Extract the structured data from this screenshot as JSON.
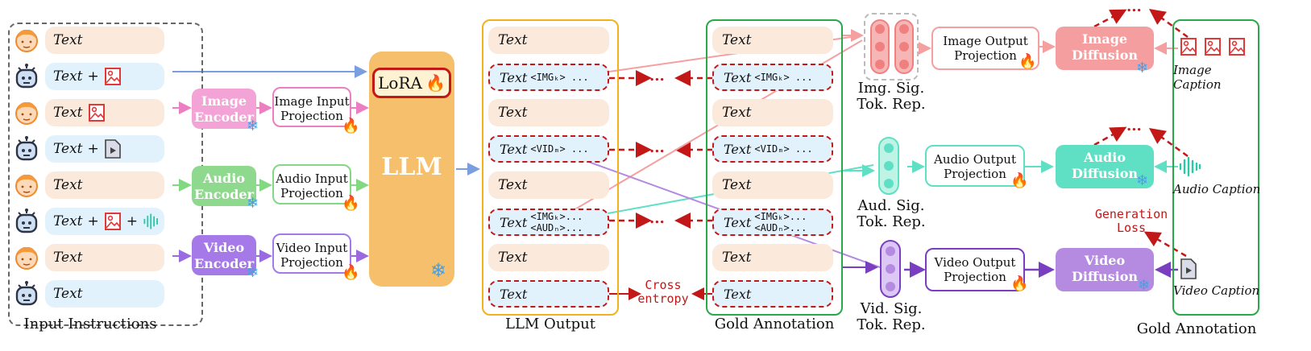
{
  "input": {
    "title": "Input Instructions",
    "rows": [
      {
        "who": "user",
        "text": "Text"
      },
      {
        "who": "bot",
        "text": "Text",
        "plus": "+",
        "media": [
          "image-icon"
        ]
      },
      {
        "who": "user",
        "text": "Text",
        "media": [
          "image-icon"
        ]
      },
      {
        "who": "bot",
        "text": "Text",
        "plus": "+",
        "media": [
          "video-file-icon"
        ]
      },
      {
        "who": "user",
        "text": "Text"
      },
      {
        "who": "bot",
        "text": "Text",
        "plus": "+",
        "media": [
          "image-icon",
          "audio-wave-icon"
        ]
      },
      {
        "who": "user",
        "text": "Text"
      },
      {
        "who": "bot",
        "text": "Text"
      }
    ]
  },
  "encoders": {
    "image": {
      "label": "Image Encoder",
      "color": "#f4a3d6"
    },
    "audio": {
      "label": "Audio Encoder",
      "color": "#8fd98f"
    },
    "video": {
      "label": "Video Encoder",
      "color": "#a57ae8"
    }
  },
  "projections": {
    "image_in": "Image Input Projection",
    "audio_in": "Audio Input Projection",
    "video_in": "Video Input Projection",
    "image_out": "Image Output Projection",
    "audio_out": "Audio Output Projection",
    "video_out": "Video Output Projection"
  },
  "llm": {
    "lora": "LoRA",
    "label": "LLM"
  },
  "llm_output": {
    "title": "LLM Output",
    "rows": [
      {
        "kind": "plain",
        "text": "Text"
      },
      {
        "kind": "sig",
        "text": "Text",
        "tokens": "<IMGₖ> ..."
      },
      {
        "kind": "plain",
        "text": "Text"
      },
      {
        "kind": "sig",
        "text": "Text",
        "tokens": "<VIDₘ> ..."
      },
      {
        "kind": "plain",
        "text": "Text"
      },
      {
        "kind": "sig",
        "text": "Text",
        "tokens": "<IMGₖ>...<AUDₙ>..."
      },
      {
        "kind": "plain",
        "text": "Text"
      },
      {
        "kind": "sig",
        "text": "Text",
        "tokens": ""
      }
    ]
  },
  "gold": {
    "title": "Gold Annotation",
    "rows": [
      {
        "kind": "plain",
        "text": "Text"
      },
      {
        "kind": "sig",
        "text": "Text",
        "tokens": "<IMGₖ> ..."
      },
      {
        "kind": "plain",
        "text": "Text"
      },
      {
        "kind": "sig",
        "text": "Text",
        "tokens": "<VIDₘ> ..."
      },
      {
        "kind": "plain",
        "text": "Text"
      },
      {
        "kind": "sig",
        "text": "Text",
        "tokens": "<IMGₖ>...<AUDₙ>..."
      },
      {
        "kind": "plain",
        "text": "Text"
      },
      {
        "kind": "sig",
        "text": "Text",
        "tokens": ""
      }
    ]
  },
  "sig_reps": {
    "image": "Img. Sig. Tok. Rep.",
    "audio": "Aud. Sig. Tok. Rep.",
    "video": "Vid. Sig. Tok. Rep."
  },
  "diffusion": {
    "image": {
      "label": "Image Diffusion",
      "color": "#f59ea0"
    },
    "audio": {
      "label": "Audio Diffusion",
      "color": "#5fe0c4"
    },
    "video": {
      "label": "Video Diffusion",
      "color": "#b48be0"
    }
  },
  "captions": {
    "image": "Image Caption",
    "audio": "Audio Caption",
    "video": "Video Caption"
  },
  "notes": {
    "cross_entropy": "Cross entropy",
    "generation_loss": "Generation Loss",
    "dots": "..."
  },
  "gold2_title": "Gold Annotation",
  "colors": {
    "accent_red": "#c21818",
    "llm_orange": "#f6bf6b",
    "output_border": "#f2b21b",
    "gold_border": "#2aa94a"
  }
}
